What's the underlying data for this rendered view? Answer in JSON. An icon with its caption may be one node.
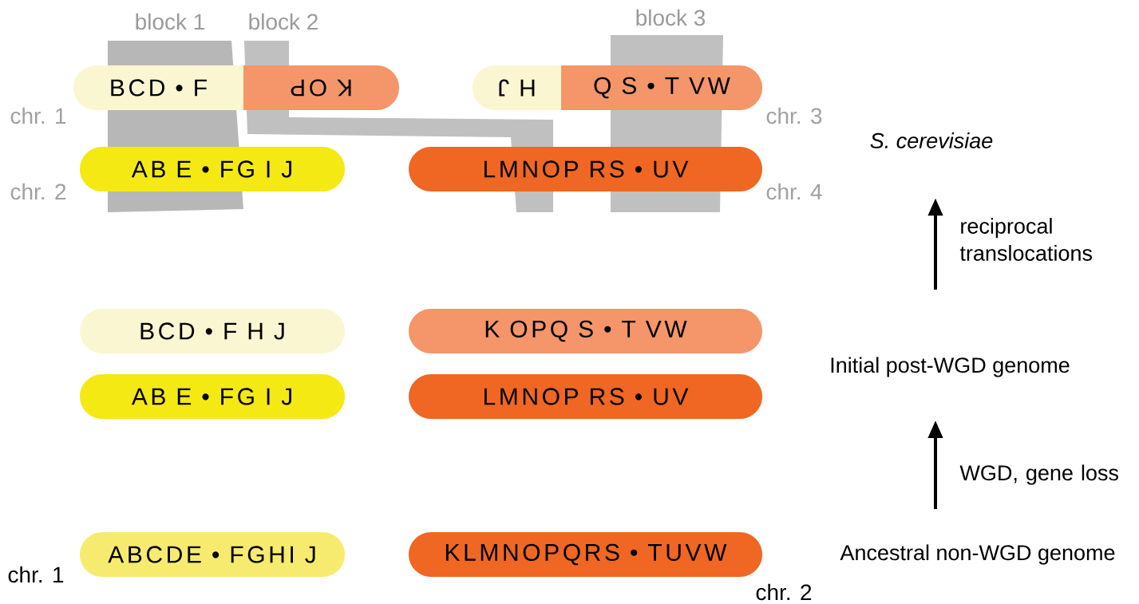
{
  "diagram": {
    "nodes": [
      {
        "text": [
          "block 1"
        ]
      },
      {
        "text": [
          "block 2"
        ]
      },
      {
        "text": [
          "block 3"
        ]
      },
      {
        "text": [
          "BCD • F"
        ]
      },
      {
        "text": [
          "K OP"
        ]
      },
      {
        "text": [
          "H J"
        ]
      },
      {
        "text": [
          "Q S • T VW"
        ]
      },
      {
        "text": [
          "S. cerevisiae"
        ]
      },
      {
        "text": [
          "AB E • FG I J"
        ]
      },
      {
        "text": [
          "LMNOP RS • UV"
        ]
      },
      {
        "text": [
          "BCD • F H J"
        ]
      },
      {
        "text": [
          "K OPQ S • T VW"
        ]
      },
      {
        "text": [
          "Initial post-WGD genome"
        ]
      },
      {
        "text": [
          "AB E • FG I J"
        ]
      },
      {
        "text": [
          "LMNOP RS • UV"
        ]
      },
      {
        "text": [
          "ABCDE • FGHI J"
        ]
      },
      {
        "text": [
          "KLMNOPQRS • TUVW"
        ]
      },
      {
        "text": [
          "Ancestral non-WGD genome"
        ]
      }
    ],
    "edges": [
      {
        "from": 12,
        "to": 7,
        "arrow": "to",
        "label": "reciprocal translocations"
      },
      {
        "from": 17,
        "to": 12,
        "arrow": "to",
        "label": "WGD, gene loss"
      }
    ],
    "labels": [
      "chr. 1",
      "chr. 3",
      "chr. 2",
      "chr. 4",
      "chr. 1",
      "chr. 2"
    ]
  }
}
